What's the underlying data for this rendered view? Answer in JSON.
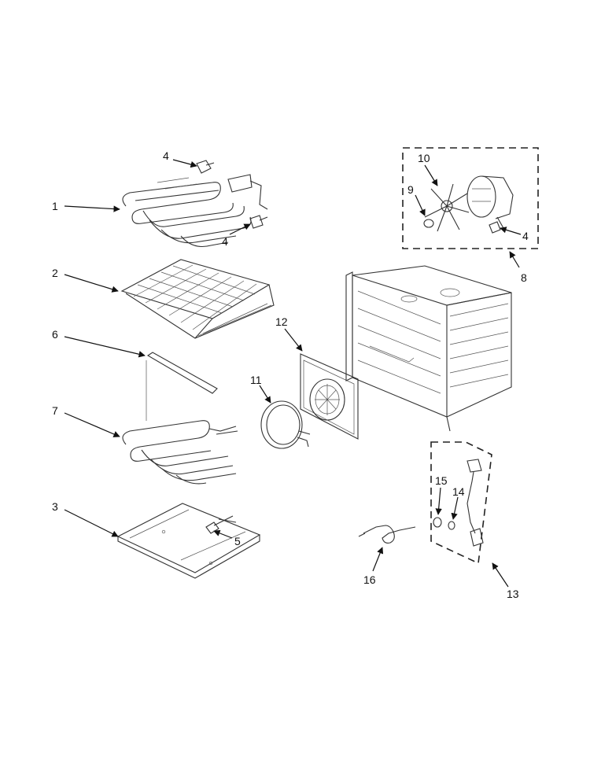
{
  "callouts": {
    "c1": "1",
    "c2": "2",
    "c3": "3",
    "c4a": "4",
    "c4b": "4",
    "c4c": "4",
    "c5": "5",
    "c6": "6",
    "c7": "7",
    "c8": "8",
    "c9": "9",
    "c10": "10",
    "c11": "11",
    "c12": "12",
    "c13": "13",
    "c14": "14",
    "c15": "15",
    "c16": "16"
  }
}
